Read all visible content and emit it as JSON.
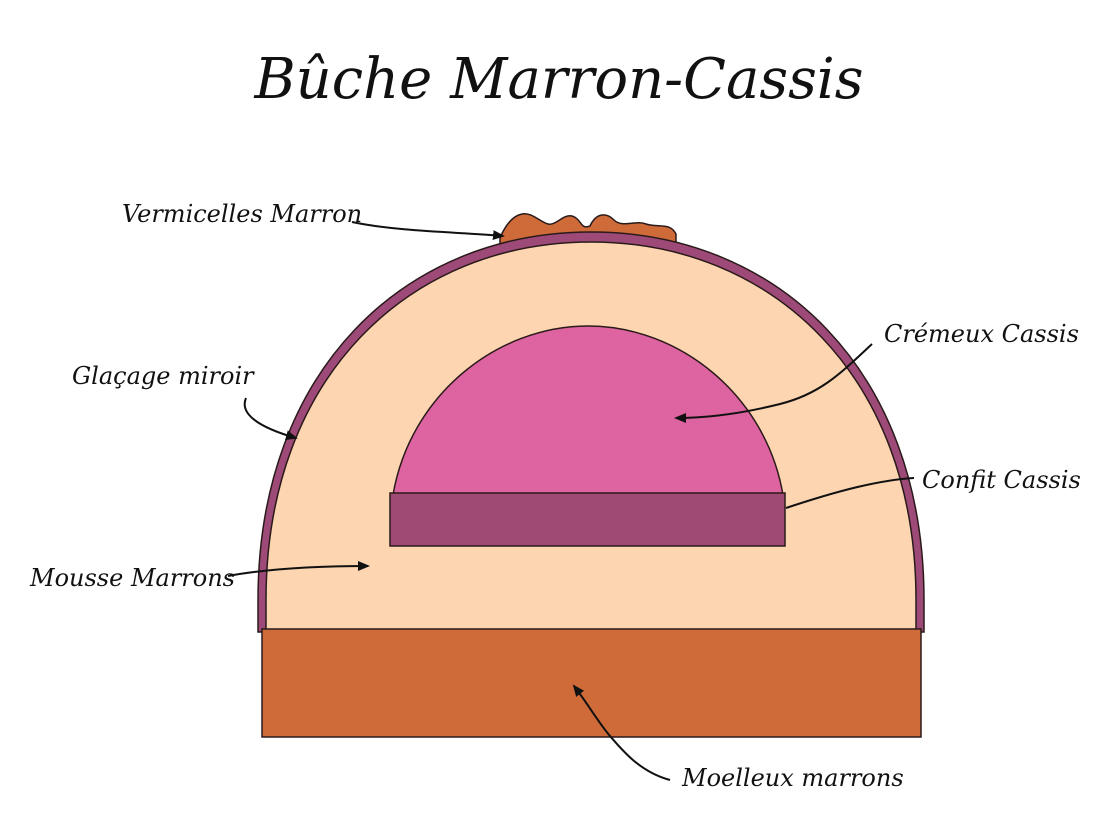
{
  "title": "Bûche Marron-Cassis",
  "colors": {
    "glacage": "#9e4a78",
    "mousse": "#fdd5b0",
    "cremeux": "#dd64a0",
    "confit": "#9e4a75",
    "moelleux": "#cf6b39",
    "vermicelles": "#cf6b39",
    "ink": "#111111"
  },
  "labels": {
    "vermicelles": "Vermicelles Marron",
    "glacage": "Glaçage miroir",
    "mousse": "Mousse Marrons",
    "cremeux": "Crémeux Cassis",
    "confit": "Confit Cassis",
    "moelleux": "Moelleux marrons"
  }
}
